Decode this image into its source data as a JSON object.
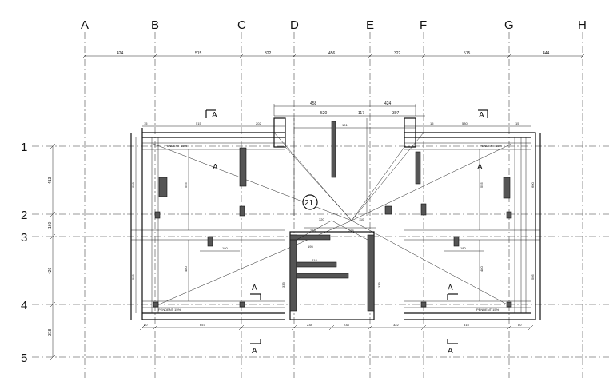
{
  "grid": {
    "columns": [
      "A",
      "B",
      "C",
      "D",
      "E",
      "F",
      "G",
      "H"
    ],
    "rows": [
      "1",
      "2",
      "3",
      "4",
      "5"
    ]
  },
  "top_dimensions": [
    "424",
    "515",
    "322",
    "456",
    "322",
    "515",
    "444"
  ],
  "upper_dimensions": [
    "458",
    "424",
    "520",
    "117",
    "307",
    "101"
  ],
  "left_dimensions": [
    "413",
    "160",
    "426",
    "318"
  ],
  "bottom_dimensions": [
    "80",
    "657",
    "238",
    "238",
    "322",
    "515",
    "80"
  ],
  "top_wall_dimensions": [
    "15",
    "515",
    "202",
    "15",
    "530",
    "15"
  ],
  "center_label": "21",
  "section_marks": [
    "A",
    "A",
    "A",
    "A",
    "A",
    "A",
    "A",
    "A"
  ],
  "notes": {
    "pendent_tl": "PENDENT 15%",
    "pendent_tr": "PENDENT 15%",
    "pendent_bl": "PENDENT 15%",
    "pendent_br": "PENDENT 15%"
  },
  "misc_dims": [
    "600",
    "555",
    "480",
    "505",
    "600",
    "555",
    "480",
    "505",
    "228",
    "228",
    "195",
    "218",
    "320",
    "110",
    "180",
    "180",
    "333",
    "333",
    "25",
    "50",
    "30",
    "30"
  ],
  "colors": {
    "line": "#111111",
    "axis": "#777777",
    "background": "#ffffff"
  }
}
